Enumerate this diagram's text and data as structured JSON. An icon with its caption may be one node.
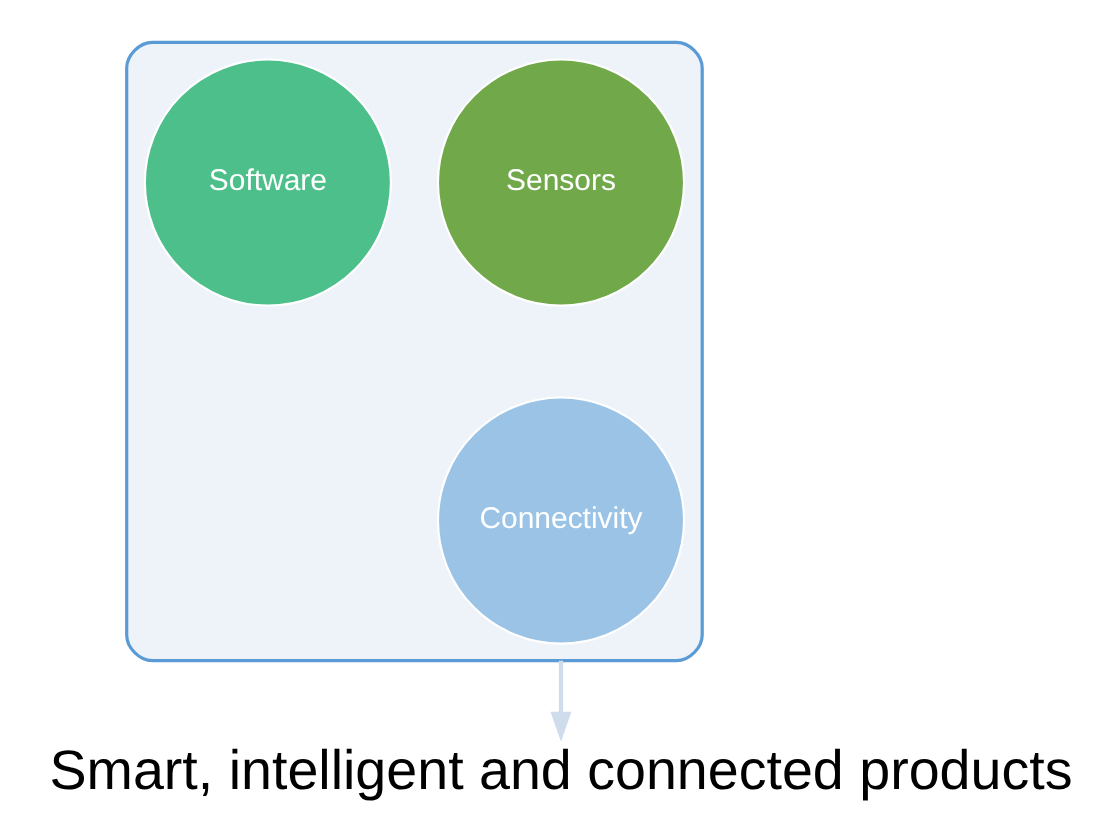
{
  "diagram": {
    "nodes": [
      {
        "text": [],
        "shape": "funnel"
      },
      {
        "text": [
          "Software"
        ],
        "in": 0
      },
      {
        "text": [
          "Sensors"
        ],
        "in": 0
      },
      {
        "text": [
          "Connectivity"
        ],
        "in": 0
      },
      {
        "text": [
          "Smart, intelligent and connected products"
        ]
      }
    ],
    "edges": [
      {
        "from": 0,
        "to": 4,
        "arrow": "to",
        "color": "#cfdcec"
      }
    ]
  }
}
